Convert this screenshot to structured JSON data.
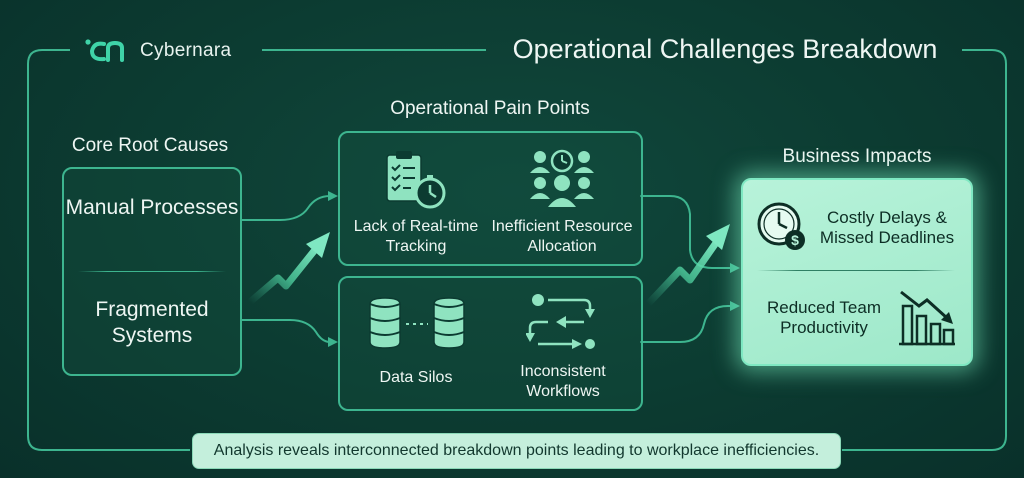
{
  "brand": {
    "name": "Cybernara",
    "logo_icon": "cybernara-logo"
  },
  "title": "Operational Challenges Breakdown",
  "sections": {
    "root_causes": {
      "title": "Core Root Causes",
      "items": [
        "Manual Processes",
        "Fragmented Systems"
      ]
    },
    "pain_points": {
      "title": "Operational Pain Points",
      "items": [
        {
          "label": "Lack of Real-time Tracking",
          "icon": "clipboard-stopwatch-icon"
        },
        {
          "label": "Inefficient Resource Allocation",
          "icon": "team-clock-icon"
        },
        {
          "label": "Data Silos",
          "icon": "database-silos-icon"
        },
        {
          "label": "Inconsistent Workflows",
          "icon": "workflow-arrows-icon"
        }
      ]
    },
    "impacts": {
      "title": "Business Impacts",
      "items": [
        {
          "label": "Costly Delays & Missed Deadlines",
          "icon": "clock-dollar-icon"
        },
        {
          "label": "Reduced Team Productivity",
          "icon": "declining-bar-chart-icon"
        }
      ]
    }
  },
  "footer": "Analysis reveals interconnected breakdown points leading to workplace inefficiencies.",
  "colors": {
    "background": "#0c3b31",
    "accent": "#3db58f",
    "highlight": "#b8f3da",
    "text": "#eef6f3"
  }
}
